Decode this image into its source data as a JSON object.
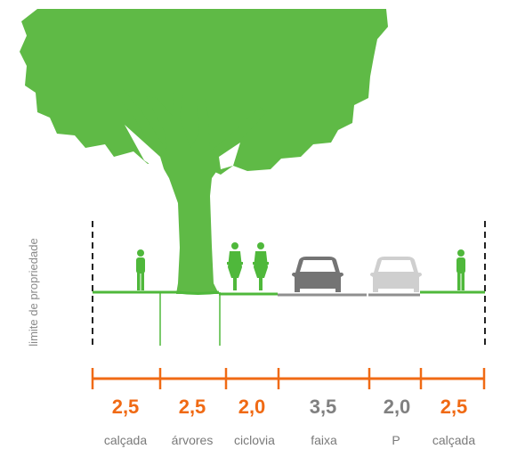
{
  "property_limit_label": "limite de propriedade",
  "colors": {
    "orange": "#f06a14",
    "gray_value": "#808080",
    "tree_green": "#5fba46",
    "ground_green": "#4fb83b",
    "car_dark": "#747474",
    "car_light": "#cfcfcf"
  },
  "segments": [
    {
      "value": "2,5",
      "name": "calçada",
      "highlight": true
    },
    {
      "value": "2,5",
      "name": "árvores",
      "highlight": true
    },
    {
      "value": "2,0",
      "name": "ciclovia",
      "highlight": true
    },
    {
      "value": "3,5",
      "name": "faixa",
      "highlight": false
    },
    {
      "value": "2,0",
      "name": "P",
      "highlight": false
    },
    {
      "value": "2,5",
      "name": "calçada",
      "highlight": true
    }
  ]
}
